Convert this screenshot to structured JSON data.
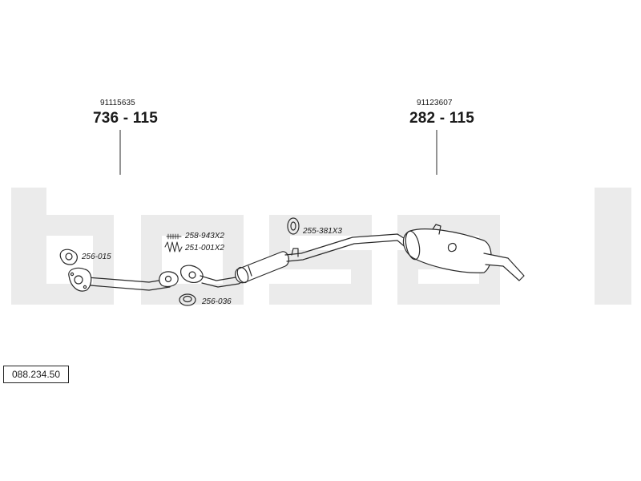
{
  "watermark": {
    "text": "bosal",
    "color": "#ebebeb"
  },
  "line_color": "#2a2a2a",
  "callouts": [
    {
      "id": "left",
      "oem": "91115635",
      "ref": "736 - 115"
    },
    {
      "id": "right",
      "oem": "91123607",
      "ref": "282 - 115"
    }
  ],
  "parts": {
    "gasket_front": "256-015",
    "spring_bolt": "258-943X2",
    "spring": "251-001X2",
    "ring_gasket": "256-036",
    "rubber_mount": "255-381X3"
  },
  "catalog_number": "088.234.50"
}
